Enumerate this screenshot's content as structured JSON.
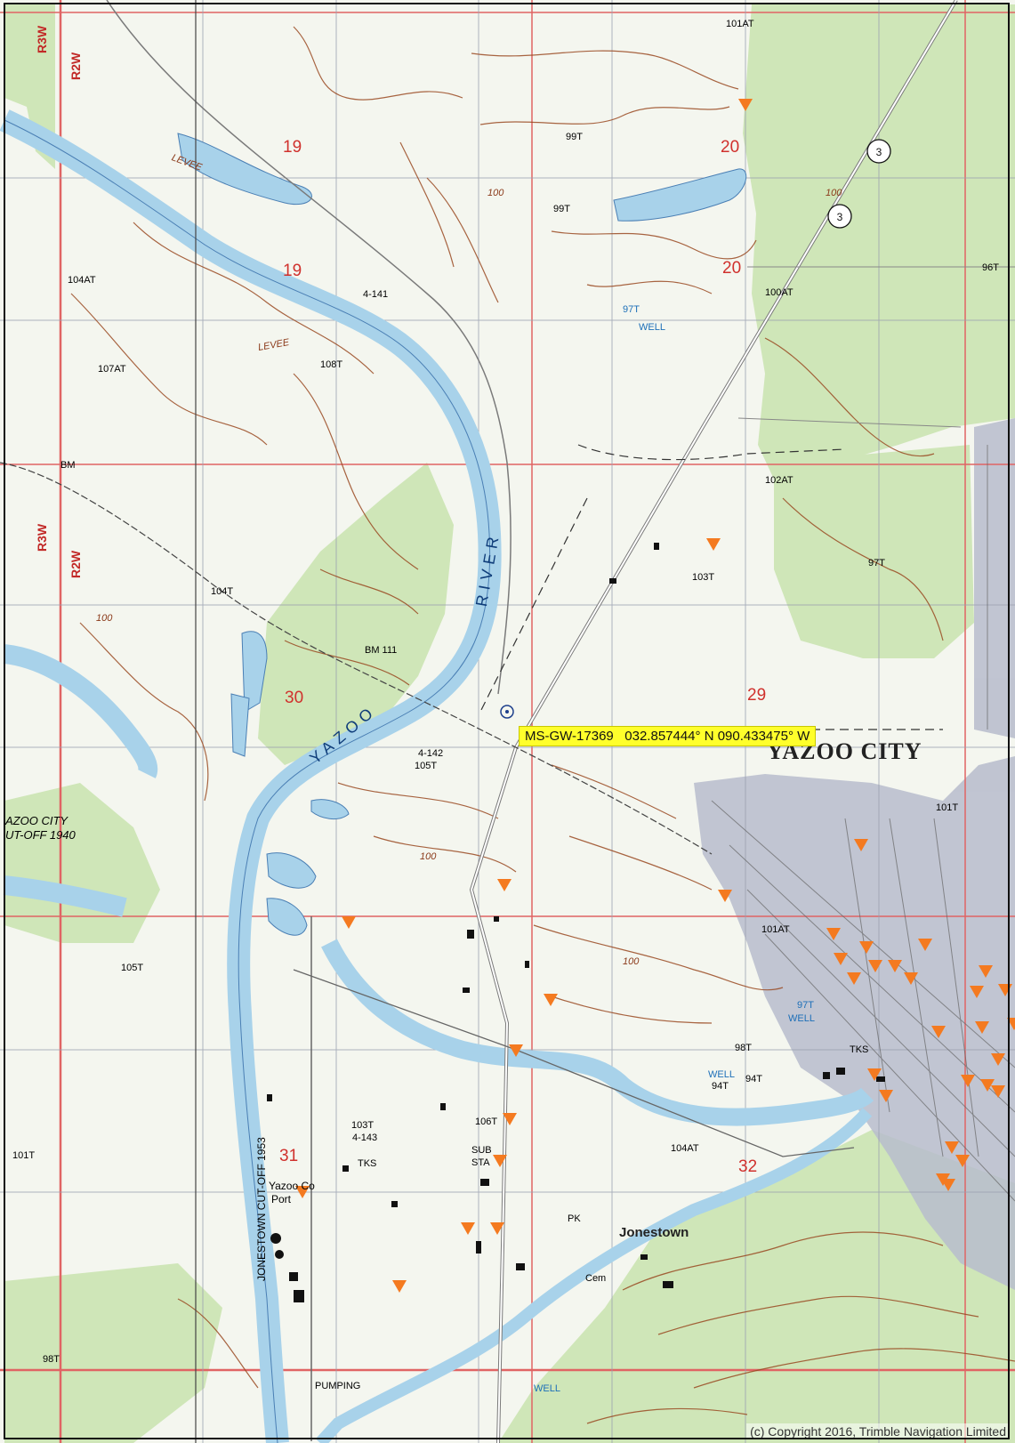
{
  "map": {
    "well_callout": {
      "well_id": "MS-GW-17369",
      "latitude": "032.857444° N",
      "longitude": "090.433475° W"
    },
    "place_labels": {
      "yazoo_city": "YAZOO CITY",
      "jonestown": "Jonestown",
      "yazoo_co_port_line1": "Yazoo Co",
      "yazoo_co_port_line2": "Port",
      "cutoff_1940_line1": "AZOO CITY",
      "cutoff_1940_line2": "UT-OFF 1940",
      "cutoff_1953": "JONESTOWN CUT-OFF 1953"
    },
    "river_labels": {
      "yazoo": "YAZOO",
      "river": "RIVER"
    },
    "township_labels": [
      "R3W",
      "R2W",
      "R3W",
      "R2W"
    ],
    "section_numbers": [
      "19",
      "20",
      "19",
      "20",
      "30",
      "29",
      "31",
      "32"
    ],
    "route_shields": [
      "3",
      "3"
    ],
    "feature_labels": {
      "levee": "LEVEE",
      "well": "WELL",
      "tks": "TKS",
      "sub_sta_line1": "SUB",
      "sub_sta_line2": "STA",
      "pumping": "PUMPING",
      "pk": "PK",
      "cem": "Cem",
      "bm_111": "BM 111",
      "bm": "BM"
    },
    "elevation_labels": [
      "101AT",
      "99T",
      "99T",
      "96T",
      "100AT",
      "97T",
      "104AT",
      "107AT",
      "108T",
      "102AT",
      "103T",
      "97T",
      "104T",
      "105T",
      "101AT",
      "105T",
      "101T",
      "97T",
      "98T",
      "94T",
      "103T",
      "106T",
      "104AT",
      "98T",
      "94T",
      "101T",
      "4-141",
      "4-142",
      "4-143",
      "100",
      "100",
      "100",
      "100",
      "100"
    ],
    "copyright": "(c) Copyright 2016, Trimble Navigation Limited",
    "colors": {
      "marker": "#f47a20",
      "river": "#a8d2ea",
      "vegetation": "#cfe6b8",
      "contour": "#9a4a22",
      "grid": "#e06464",
      "urban": "#b7bccc",
      "callout": "#ffff2b"
    },
    "marker_count": 38
  }
}
